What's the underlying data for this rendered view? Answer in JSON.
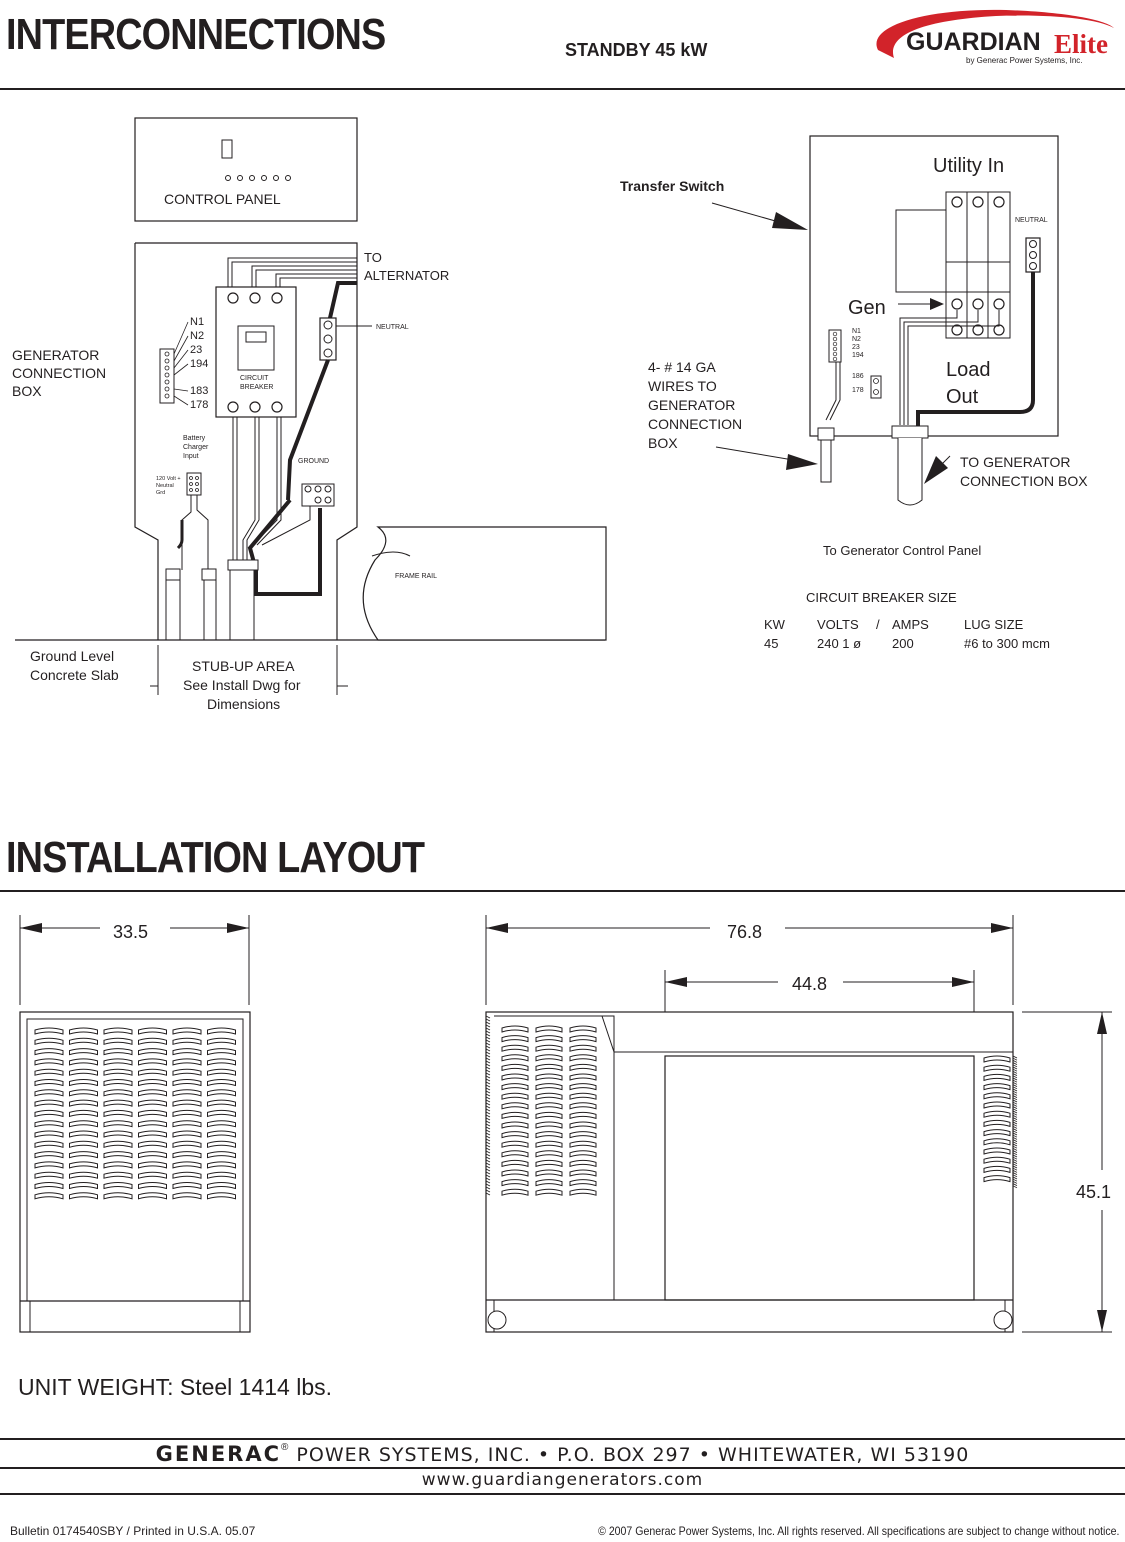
{
  "header": {
    "title": "INTERCONNECTIONS",
    "subtitle": "STANDBY 45 kW",
    "logo_text": "GUARDIAN",
    "logo_elite": "Elite",
    "logo_tagline": "by Generac Power Systems, Inc."
  },
  "left_diagram": {
    "control_panel": "CONTROL PANEL",
    "to_alternator_1": "TO",
    "to_alternator_2": "ALTERNATOR",
    "neutral": "NEUTRAL",
    "gen_box_1": "GENERATOR",
    "gen_box_2": "CONNECTION",
    "gen_box_3": "BOX",
    "terminals": [
      "N1",
      "N2",
      "23",
      "194",
      "183",
      "178"
    ],
    "circuit_1": "CIRCUIT",
    "circuit_2": "BREAKER",
    "battery_1": "Battery",
    "battery_2": "Charger",
    "battery_3": "Input",
    "volt_1": "120 Volt +",
    "volt_2": "Neutral",
    "volt_3": "Grd",
    "ground": "GROUND",
    "frame_rail": "FRAME RAIL",
    "ground_level_1": "Ground Level",
    "ground_level_2": "Concrete Slab",
    "stub_1": "STUB-UP AREA",
    "stub_2": "See Install Dwg for",
    "stub_3": "Dimensions"
  },
  "right_diagram": {
    "transfer_switch": "Transfer Switch",
    "utility_in": "Utility In",
    "neutral": "NEUTRAL",
    "gen": "Gen",
    "load_1": "Load",
    "load_2": "Out",
    "terminals": [
      "N1",
      "N2",
      "23",
      "194",
      "186",
      "178"
    ],
    "wires_1": "4- # 14 GA",
    "wires_2": "WIRES TO",
    "wires_3": "GENERATOR",
    "wires_4": "CONNECTION",
    "wires_5": "BOX",
    "to_gen_1": "TO GENERATOR",
    "to_gen_2": "CONNECTION BOX",
    "to_control_panel": "To Generator Control Panel"
  },
  "breaker_table": {
    "title": "CIRCUIT BREAKER SIZE",
    "headers": [
      "KW",
      "VOLTS",
      "/",
      "AMPS",
      "LUG SIZE"
    ],
    "row": [
      "45",
      "240 1 ø",
      "200",
      "#6 to 300 mcm"
    ]
  },
  "installation": {
    "title": "INSTALLATION LAYOUT",
    "dim_width": "33.5",
    "dim_length": "76.8",
    "dim_inner": "44.8",
    "dim_height": "45.1",
    "weight": "UNIT WEIGHT: Steel 1414 lbs."
  },
  "footer": {
    "brand": "GENERAC",
    "reg": "®",
    "address": " POWER SYSTEMS, INC. • P.O. BOX 297 • WHITEWATER, WI 53190",
    "website": "www.guardiangenerators.com",
    "bulletin": "Bulletin 0174540SBY / Printed in U.S.A. 05.07",
    "copyright": "© 2007 Generac Power Systems, Inc. All rights reserved. All specifications are subject to change without notice."
  }
}
